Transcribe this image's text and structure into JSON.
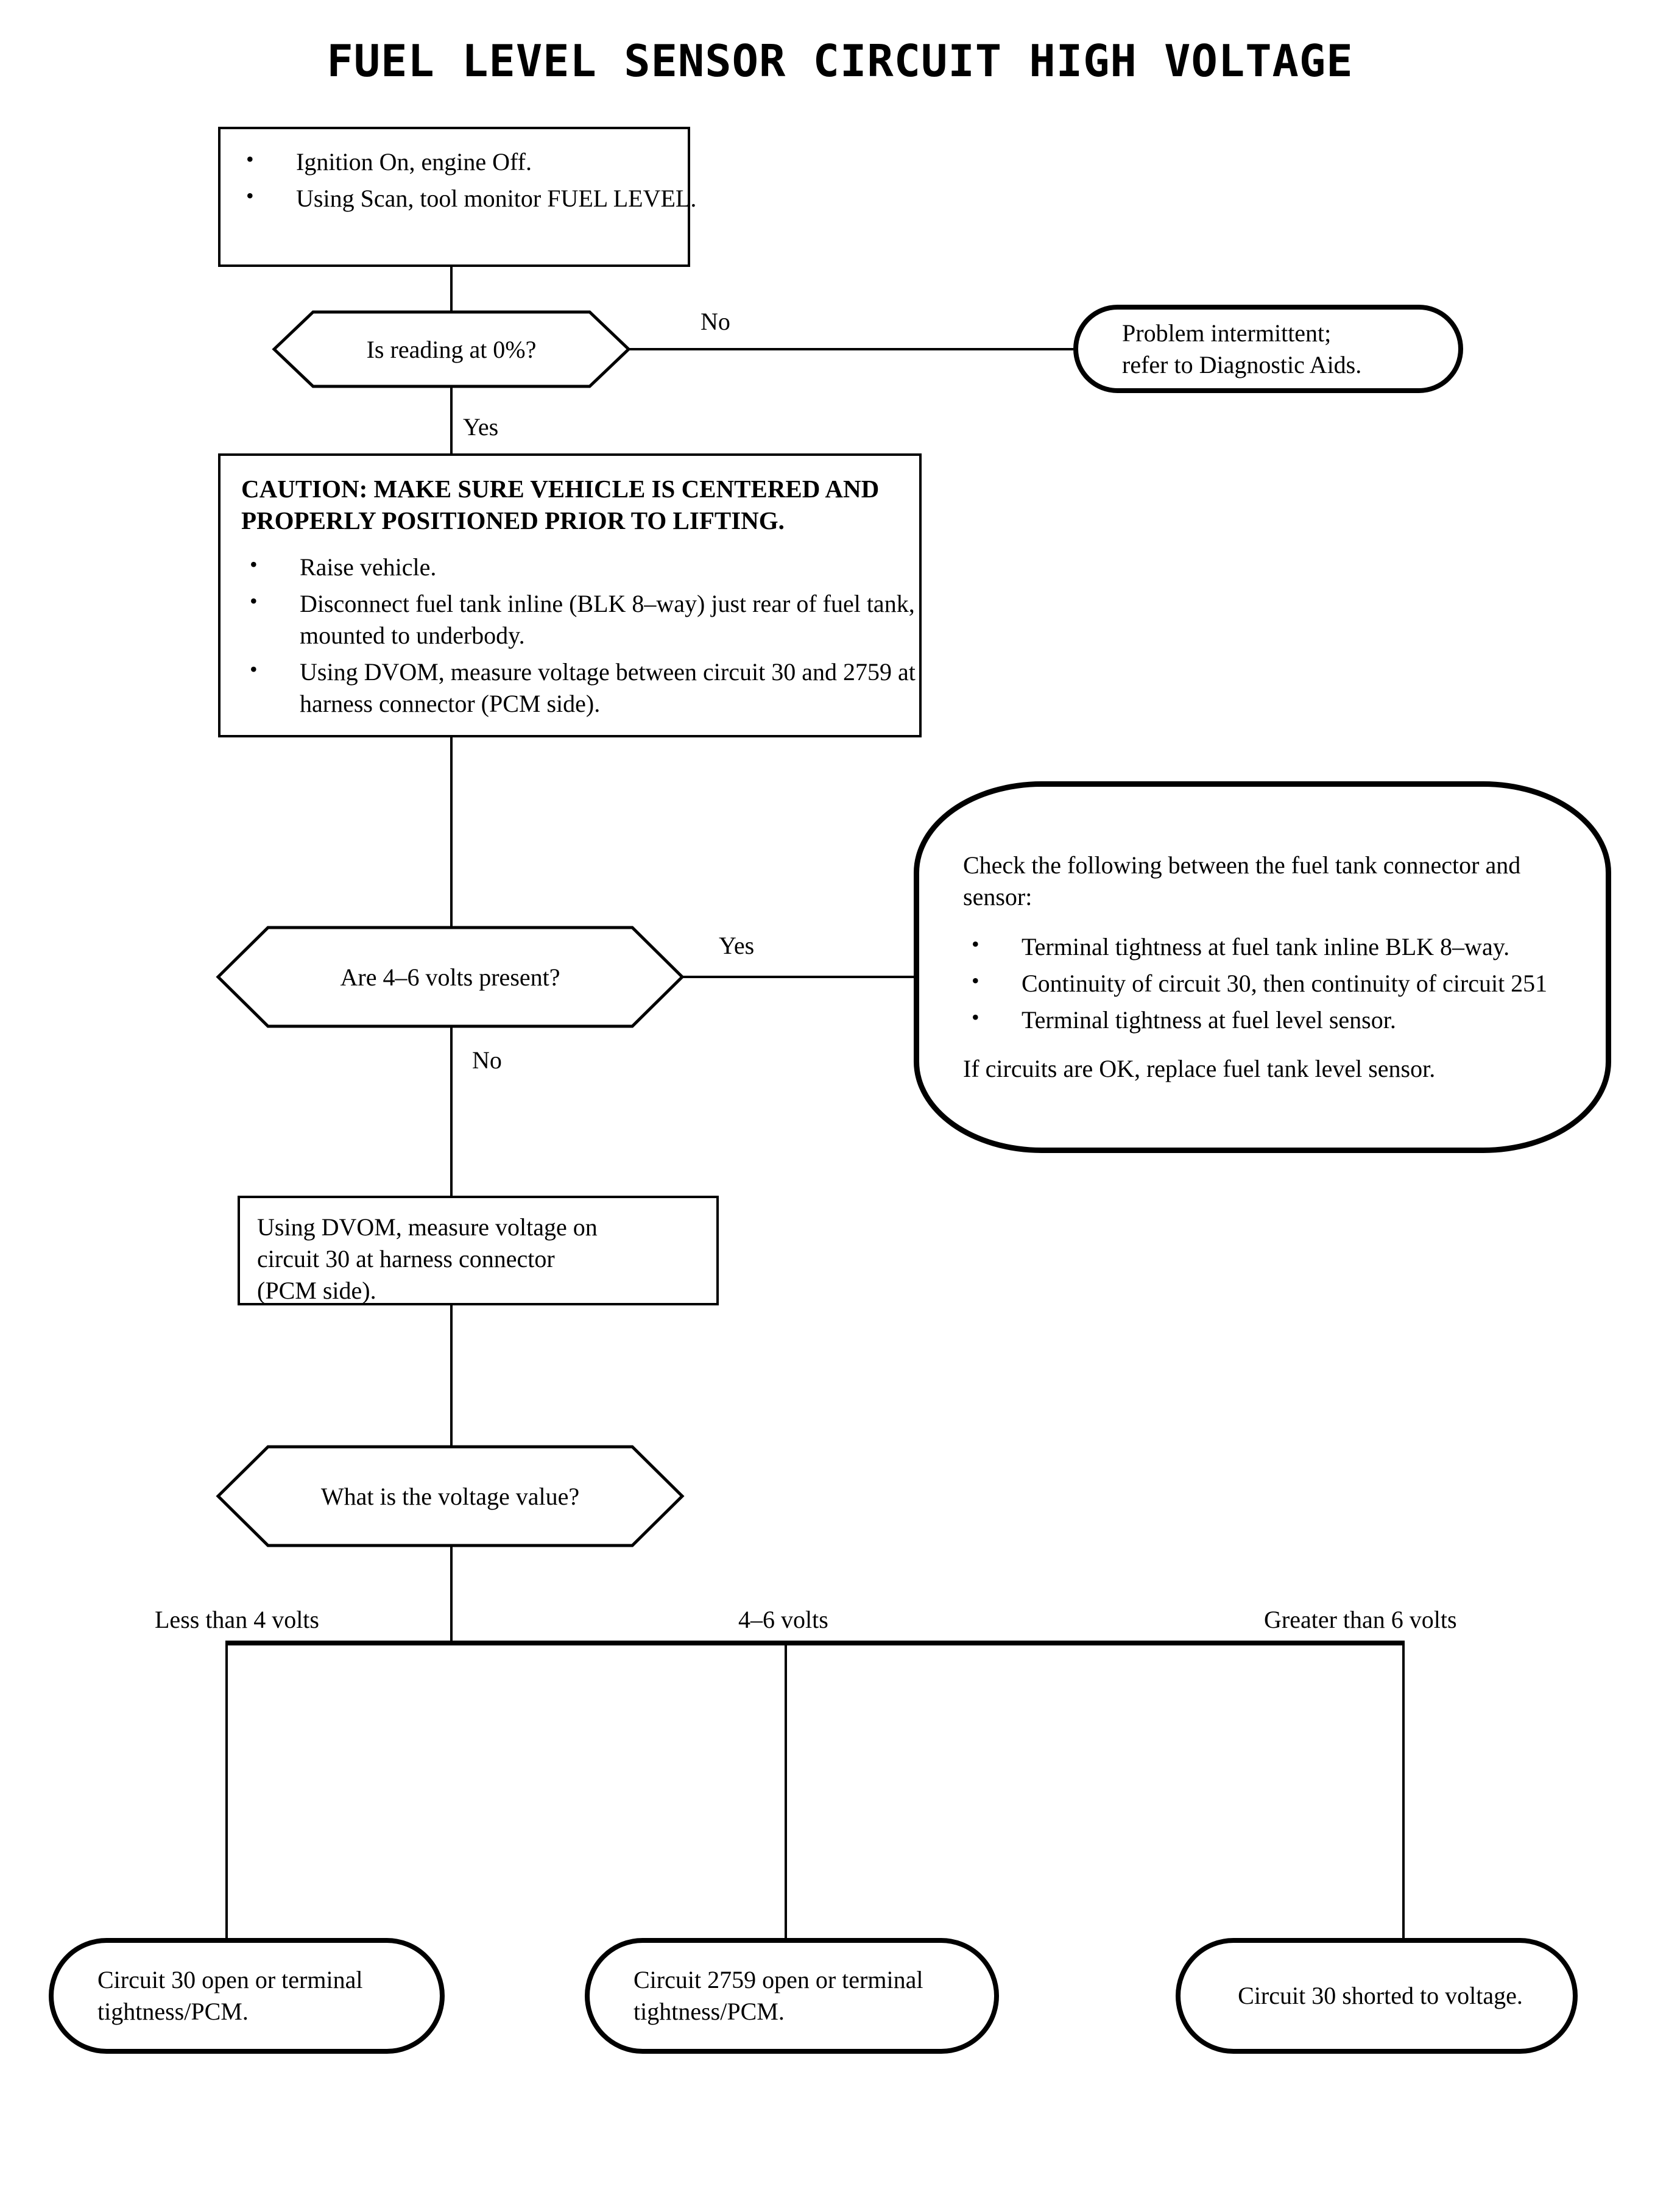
{
  "title": "FUEL LEVEL SENSOR CIRCUIT HIGH VOLTAGE",
  "nodes": {
    "start": {
      "bullets": [
        "Ignition On, engine Off.",
        "Using Scan, tool monitor FUEL LEVEL."
      ]
    },
    "decision_reading_zero": {
      "label": "Is reading at 0%?"
    },
    "problem_intermittent": {
      "lines": [
        "Problem intermittent;",
        "refer to Diagnostic Aids."
      ]
    },
    "caution": {
      "heading": "CAUTION: MAKE SURE VEHICLE IS CENTERED AND PROPERLY POSITIONED PRIOR TO LIFTING.",
      "bullets": [
        "Raise vehicle.",
        "Disconnect fuel tank inline (BLK 8–way) just rear of fuel tank, mounted to underbody.",
        "Using DVOM, measure voltage between circuit 30 and 2759 at harness connector (PCM side)."
      ]
    },
    "decision_volts_present": {
      "label": "Are 4–6 volts present?"
    },
    "check_list": {
      "intro": "Check the following between the fuel tank connector and sensor:",
      "bullets": [
        "Terminal tightness at fuel tank inline BLK 8–way.",
        "Continuity of circuit 30, then continuity of circuit 251",
        "Terminal tightness at fuel level sensor."
      ],
      "outro": "If circuits are OK, replace fuel tank level sensor."
    },
    "measure_circuit30": {
      "lines": [
        "Using DVOM, measure voltage on",
        "circuit 30 at harness connector",
        "(PCM side)."
      ]
    },
    "decision_voltage_value": {
      "label": "What is the voltage value?"
    },
    "result_circuit30_open": {
      "lines": [
        "Circuit 30 open or terminal",
        "tightness/PCM."
      ]
    },
    "result_circuit2759_open": {
      "lines": [
        "Circuit 2759 open or terminal",
        "tightness/PCM."
      ]
    },
    "result_circuit30_shorted": {
      "lines": [
        "Circuit 30 shorted to voltage."
      ]
    }
  },
  "edge_labels": {
    "reading_no": "No",
    "reading_yes": "Yes",
    "volts_yes": "Yes",
    "volts_no": "No",
    "voltage_less_than_4": "Less than 4 volts",
    "voltage_4_to_6": "4–6 volts",
    "voltage_greater_than_6": "Greater than 6 volts"
  },
  "colors": {
    "ink": "#000000",
    "paper": "#ffffff"
  }
}
